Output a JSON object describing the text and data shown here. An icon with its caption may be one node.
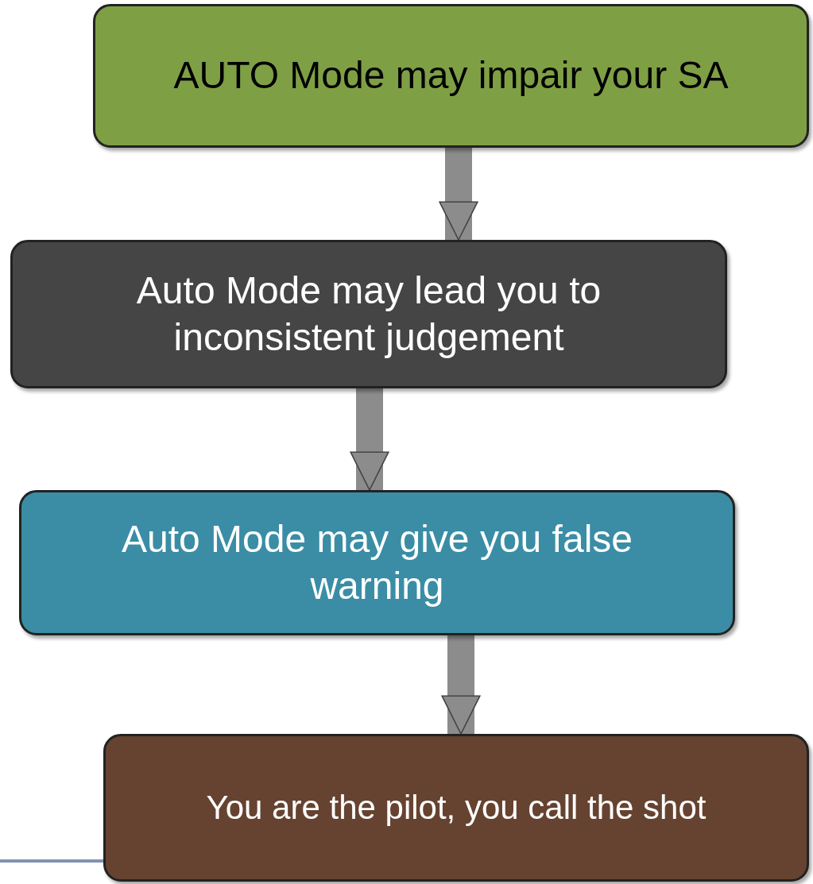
{
  "diagram": {
    "nodes": [
      {
        "text": [
          "AUTO Mode may impair your SA"
        ]
      },
      {
        "text": [
          "Auto Mode may lead you to inconsistent judgement"
        ]
      },
      {
        "text": [
          "Auto Mode may give you false warning"
        ]
      },
      {
        "text": [
          "You are the pilot, you call the shot"
        ]
      }
    ],
    "edges": [
      {
        "from": 0,
        "to": 1,
        "arrow": "to"
      },
      {
        "from": 1,
        "to": 2,
        "arrow": "to"
      },
      {
        "from": 2,
        "to": 3,
        "arrow": "to"
      }
    ]
  }
}
